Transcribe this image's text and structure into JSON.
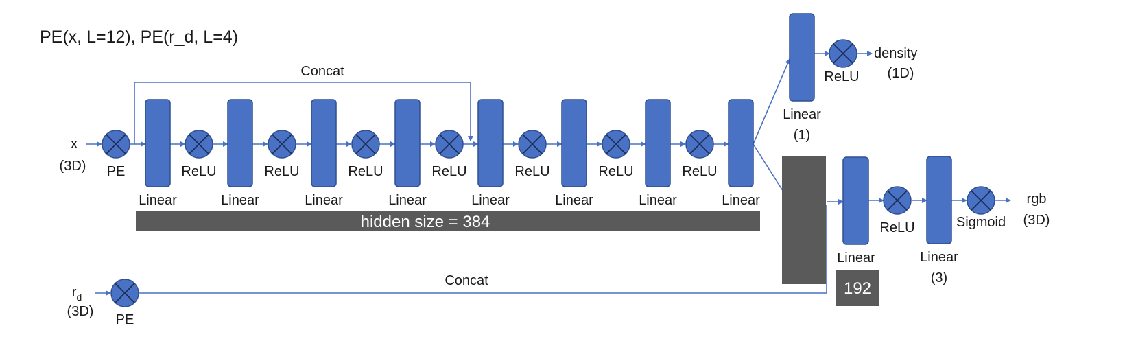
{
  "header": "PE(x, L=12), PE(r_d, L=4)",
  "inputs": {
    "x": {
      "name": "x",
      "dim": "(3D)"
    },
    "rd": {
      "name": "r",
      "sub": "d",
      "dim": "(3D)"
    }
  },
  "pe_label": "PE",
  "concat_label": "Concat",
  "relu_label": "ReLU",
  "linear_label": "Linear",
  "hidden_banner": "hidden size = 384",
  "partial_relu": "ReLU",
  "density_head": {
    "linear": "Linear",
    "dim": "(1)",
    "act": "ReLU",
    "out": "density",
    "out_dim": "(1D)"
  },
  "rgb_head": {
    "linear1": "Linear",
    "act1": "ReLU",
    "linear2": "Linear",
    "dim2": "(3)",
    "act2": "Sigmoid",
    "out": "rgb",
    "out_dim": "(3D)"
  },
  "rgb_hidden_banner": "192",
  "icons": {
    "operator": "circle-x-icon"
  },
  "colors": {
    "block": "#4a72c4",
    "banner": "#5a5a5a"
  }
}
